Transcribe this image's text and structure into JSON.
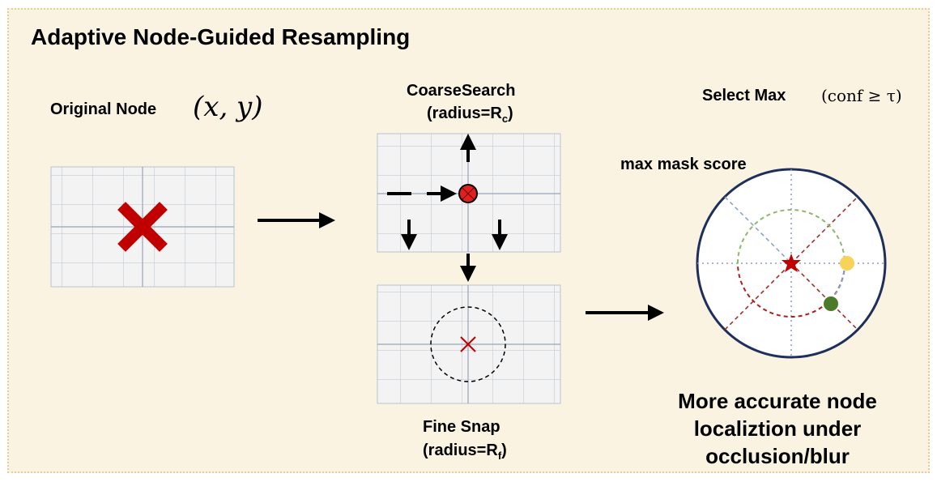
{
  "title": "Adaptive Node-Guided Resampling",
  "original": {
    "label": "Original Node",
    "coords": "(x, y)"
  },
  "coarse": {
    "label": "CoarseSearch",
    "radius_prefix": "(radius=R",
    "radius_sub": "c",
    "radius_suffix": ")"
  },
  "fine": {
    "label": "Fine Snap",
    "radius_prefix": "(radius=R",
    "radius_sub": "f",
    "radius_suffix": ")"
  },
  "select": {
    "label": "Select Max",
    "condition": "(conf ≥ τ)",
    "max_mask_label": "max mask score"
  },
  "result": {
    "lines": [
      "More accurate node",
      "localiztion under",
      "occlusion/blur"
    ]
  },
  "colors": {
    "background": "#faf3e2",
    "border": "#e3cf93",
    "cross_red": "#c00000",
    "circle_navy": "#1f2f5c",
    "marker_yellow": "#f8d35a",
    "marker_green": "#4a7a2a"
  }
}
